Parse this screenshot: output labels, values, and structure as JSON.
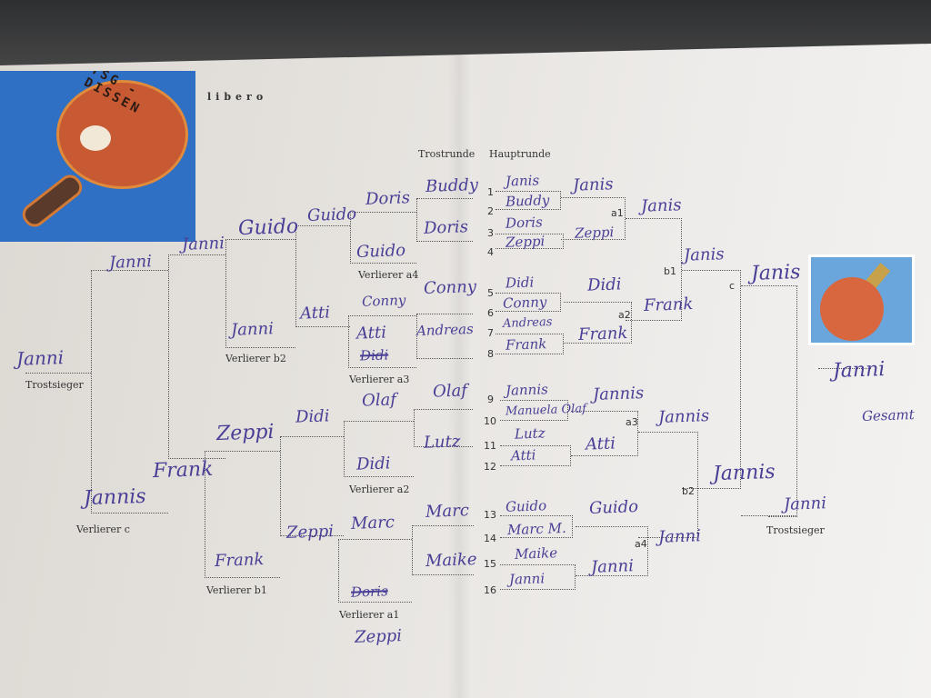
{
  "logo": {
    "text": "TSG - DISSEN"
  },
  "header": {
    "brand": "libero",
    "trostrunde": "Trostrunde",
    "hauptrunde": "Hauptrunde"
  },
  "hauptrunde": {
    "numbers": [
      "1",
      "2",
      "3",
      "4",
      "5",
      "6",
      "7",
      "8",
      "9",
      "10",
      "11",
      "12",
      "13",
      "14",
      "15",
      "16"
    ],
    "players": [
      "Janis",
      "Buddy",
      "Doris",
      "Zeppi",
      "Didi",
      "Conny",
      "Andreas",
      "Frank",
      "Jannis",
      "Manuela Olaf",
      "Lutz",
      "Atti",
      "Guido",
      "Marc M.",
      "Maike",
      "Janni"
    ],
    "round2": [
      "Janis",
      "Zeppi",
      "Didi",
      "Frank",
      "Jannis",
      "Atti",
      "Guido",
      "Janni"
    ],
    "round2_labels": [
      "a1",
      "a2",
      "a3",
      "a4"
    ],
    "round3": [
      "Janis",
      "Frank",
      "Jannis",
      "Janni"
    ],
    "round3_labels": [
      "b1",
      "b2"
    ],
    "semi": [
      "Janis",
      "Jannis"
    ],
    "semi_label": "c",
    "final": "Janis",
    "winner": "Janni",
    "winner_note": "Gesamt"
  },
  "trostrunde": {
    "r1": [
      "Buddy",
      "Doris",
      "Conny",
      "Andreas",
      "Olaf",
      "Lutz",
      "Marc",
      "Maike"
    ],
    "r2": [
      "Doris",
      "Guido",
      "Conny",
      "Atti",
      "Didi",
      "Olaf",
      "Didi",
      "Marc",
      "Doris",
      "Zeppi"
    ],
    "r2_labels": [
      "Verlierer a4",
      "Verlierer a3",
      "Verlierer a2",
      "Verlierer a1"
    ],
    "r3": [
      "Guido",
      "Atti",
      "Didi",
      "Zeppi"
    ],
    "r4": [
      "Guido",
      "Janni",
      "Zeppi",
      "Frank"
    ],
    "r4_labels": [
      "Verlierer b2",
      "Verlierer b1"
    ],
    "r5": [
      "Janni",
      "Frank"
    ],
    "r6": [
      "Janni",
      "Jannis"
    ],
    "r6_label": "Verlierer c",
    "trostsieger_left": "Janni",
    "trostsieger_left_label": "Trostsieger",
    "trostsieger_right": "Janni",
    "trostsieger_right_label": "Trostsieger"
  }
}
